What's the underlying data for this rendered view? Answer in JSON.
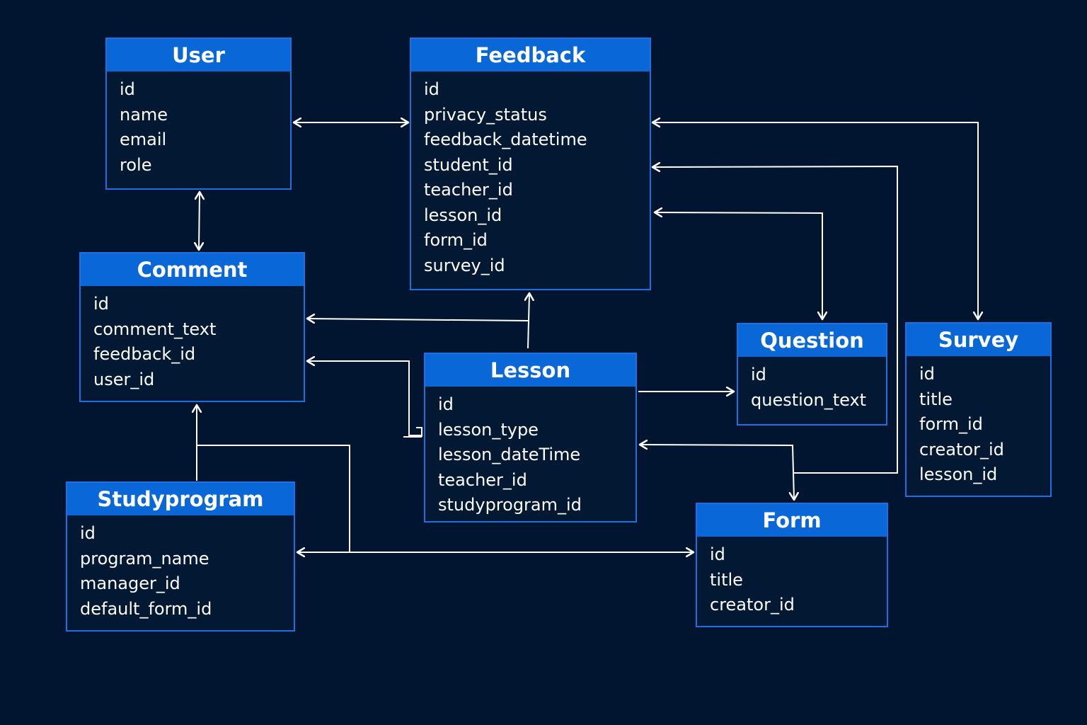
{
  "colors": {
    "background": "#011530",
    "header": "#0a67d8",
    "border": "#1f6fe0",
    "text": "#ffffff",
    "connector": "#ffffff"
  },
  "entities": {
    "user": {
      "title": "User",
      "fields": [
        "id",
        "name",
        "email",
        "role"
      ]
    },
    "feedback": {
      "title": "Feedback",
      "fields": [
        "id",
        "privacy_status",
        "feedback_datetime",
        "student_id",
        "teacher_id",
        "lesson_id",
        "form_id",
        "survey_id"
      ]
    },
    "comment": {
      "title": "Comment",
      "fields": [
        "id",
        "comment_text",
        "feedback_id",
        "user_id"
      ]
    },
    "lesson": {
      "title": "Lesson",
      "fields": [
        "id",
        "lesson_type",
        "lesson_dateTime",
        "teacher_id",
        "studyprogram_id"
      ]
    },
    "question": {
      "title": "Question",
      "fields": [
        "id",
        "question_text"
      ]
    },
    "survey": {
      "title": "Survey",
      "fields": [
        "id",
        "title",
        "form_id",
        "creator_id",
        "lesson_id"
      ]
    },
    "studyprogram": {
      "title": "Studyprogram",
      "fields": [
        "id",
        "program_name",
        "manager_id",
        "default_form_id"
      ]
    },
    "form": {
      "title": "Form",
      "fields": [
        "id",
        "title",
        "creator_id"
      ]
    }
  }
}
